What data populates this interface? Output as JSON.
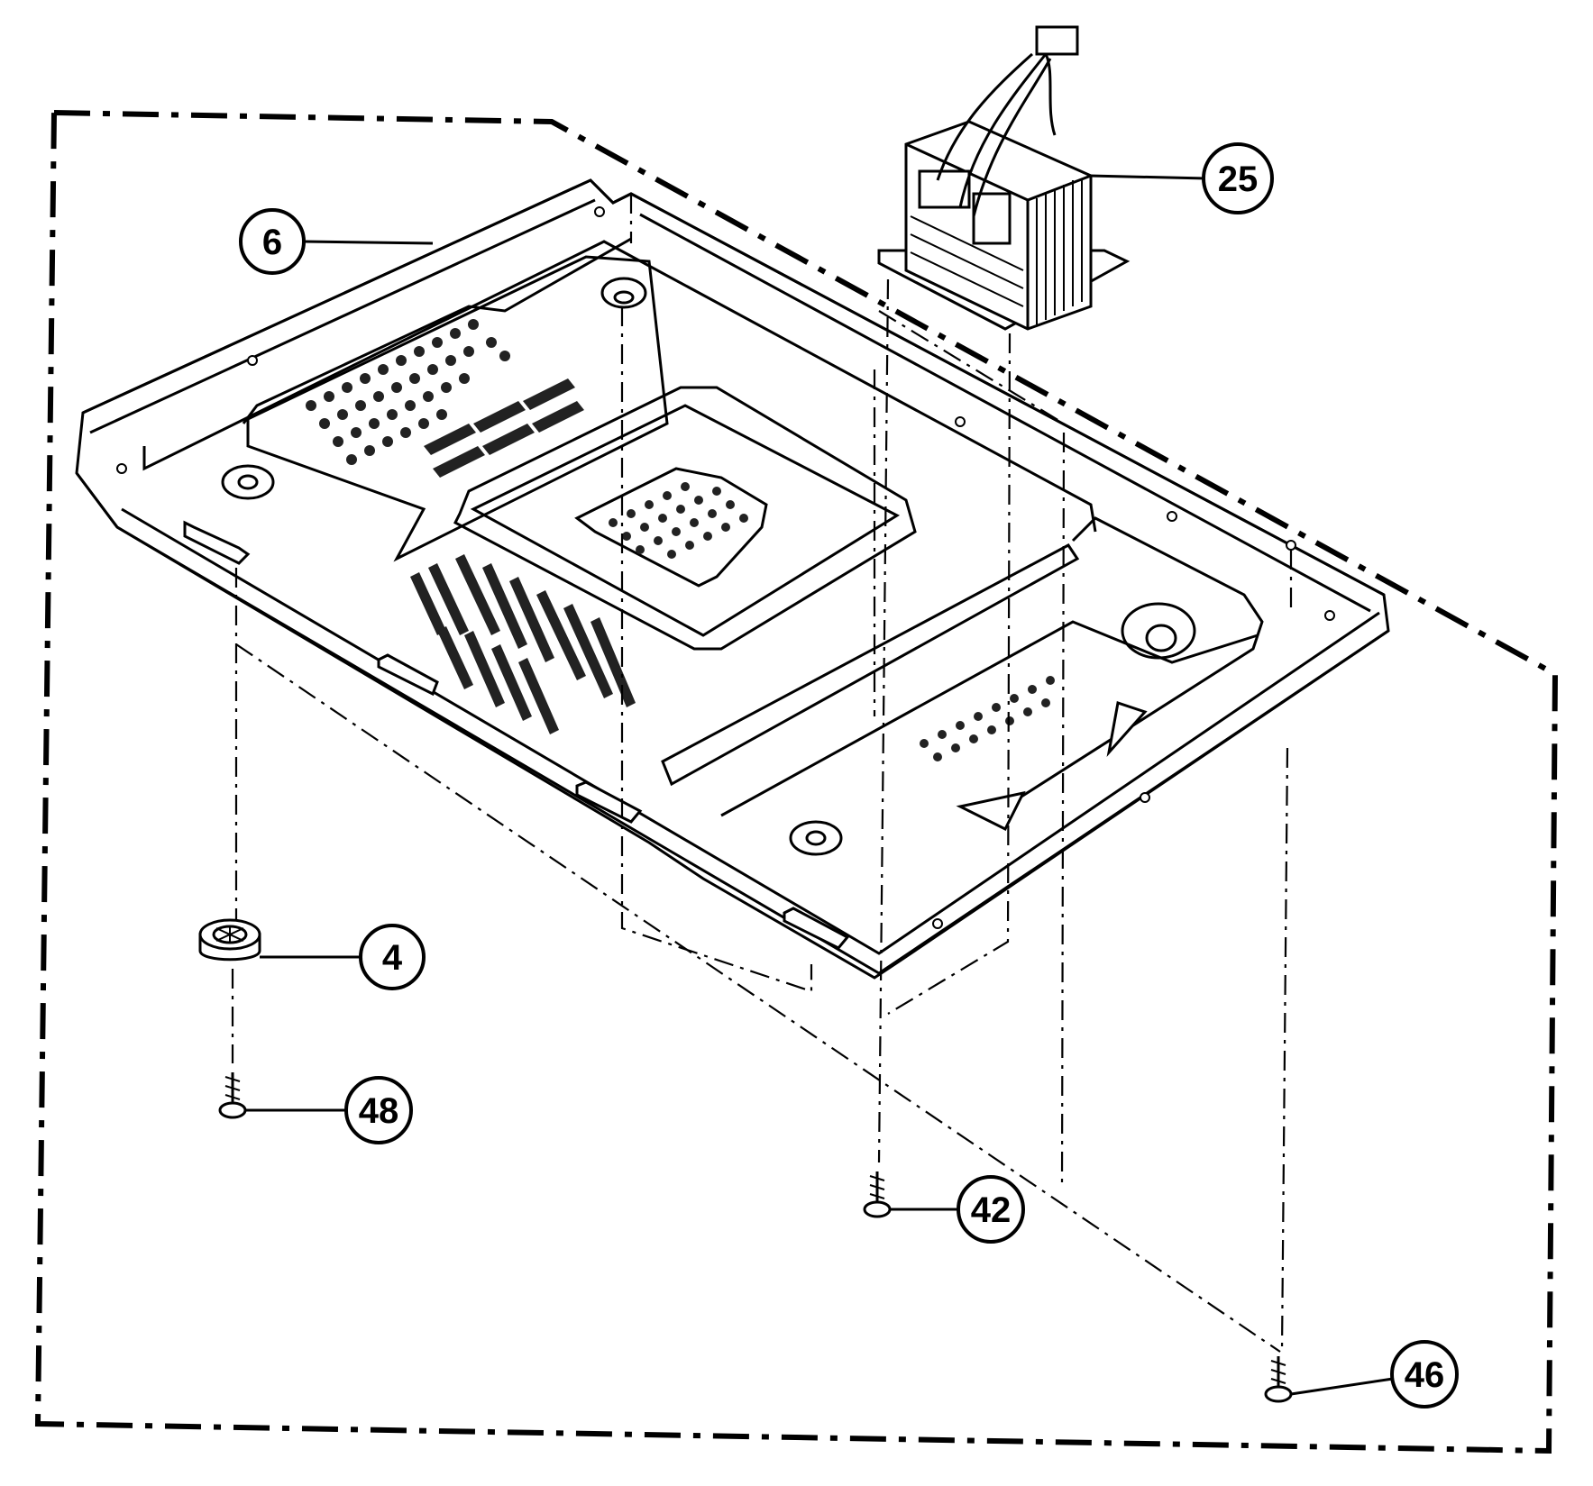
{
  "callouts": [
    {
      "id": "6",
      "label": "6"
    },
    {
      "id": "25",
      "label": "25"
    },
    {
      "id": "4",
      "label": "4"
    },
    {
      "id": "48",
      "label": "48"
    },
    {
      "id": "42",
      "label": "42"
    },
    {
      "id": "46",
      "label": "46"
    }
  ],
  "parts": {
    "base_plate": "base-plate",
    "transformer": "transformer",
    "foot": "foot",
    "screw_48": "screw",
    "screw_42": "screw",
    "screw_46": "screw"
  }
}
